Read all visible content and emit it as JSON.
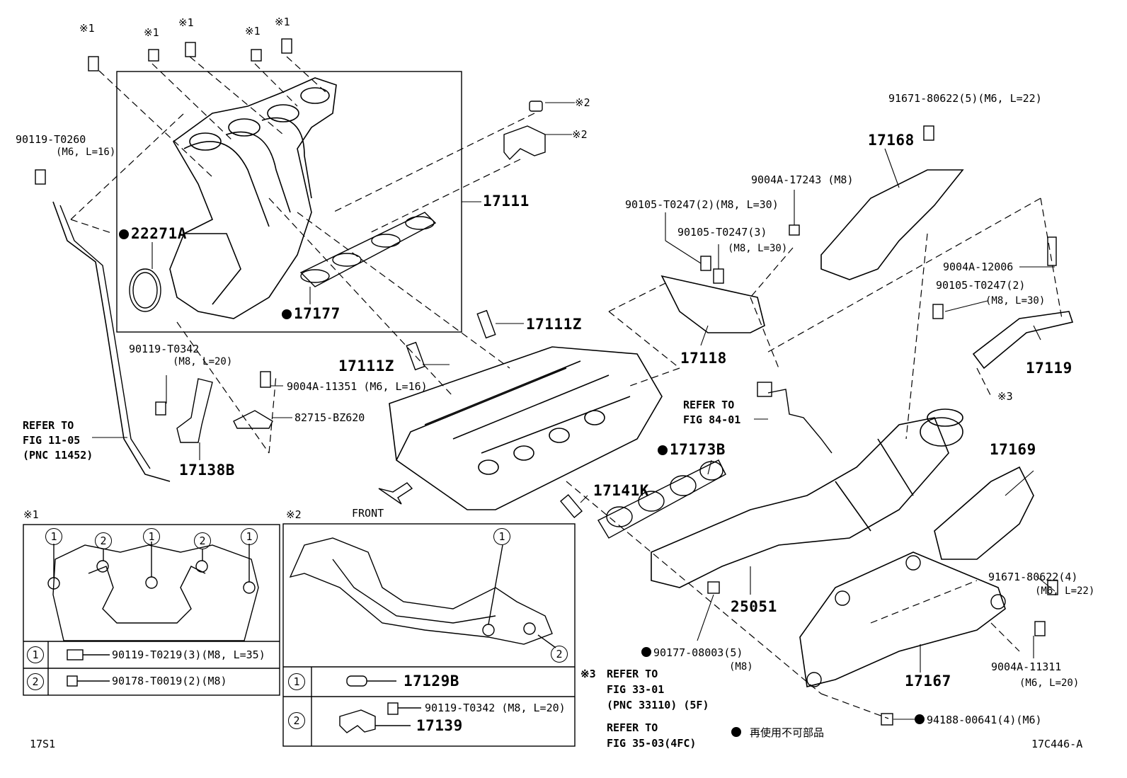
{
  "marks": {
    "m1_a": "※1",
    "m1_b": "※1",
    "m1_c": "※1",
    "m1_d": "※1",
    "m1_e": "※1",
    "m2_a": "※2",
    "m2_b": "※2",
    "m3": "※3"
  },
  "callouts": {
    "bolt_90119_t0260": "90119-T0260",
    "bolt_90119_t0260_spec": "(M6, L=16)",
    "p22271a": "22271A",
    "p17111": "17111",
    "p17177": "17177",
    "p17111z_a": "17111Z",
    "p17111z_b": "17111Z",
    "bolt_90119_t0342": "90119-T0342",
    "bolt_90119_t0342_spec": "(M8, L=20)",
    "bolt_9004a_11351": "9004A-11351 (M6, L=16)",
    "bracket_82715": "82715-BZ620",
    "p17138b": "17138B",
    "refer_11_05_a": "REFER TO",
    "refer_11_05_b": "FIG 11-05",
    "refer_11_05_c": "(PNC 11452)",
    "bolt_91671_80622_5": "91671-80622(5)(M6, L=22)",
    "p17168": "17168",
    "nut_9004a_17243": "9004A-17243 (M8)",
    "bolt_90105_t0247_2_m8": "90105-T0247(2)(M8, L=30)",
    "bolt_90105_t0247_3": "90105-T0247(3)",
    "bolt_90105_t0247_3_spec": "(M8, L=30)",
    "stud_9004a_12006": "9004A-12006",
    "bolt_90105_t0247_2": "90105-T0247(2)",
    "bolt_90105_t0247_2_spec": "(M8, L=30)",
    "p17118": "17118",
    "p17119": "17119",
    "refer_84_01_a": "REFER TO",
    "refer_84_01_b": "FIG 84-01",
    "p17173b": "17173B",
    "p17141k": "17141K",
    "p17169": "17169",
    "front": "FRONT",
    "bolt_91671_80622_4": "91671-80622(4)",
    "bolt_91671_80622_4_spec": "(M6, L=22)",
    "p25051": "25051",
    "nut_90177_08003": "90177-08003(5)",
    "nut_90177_08003_spec": "(M8)",
    "p17167": "17167",
    "bolt_9004a_11311": "9004A-11311",
    "bolt_9004a_11311_spec": "(M6, L=20)",
    "refer_33_01_a": "REFER TO",
    "refer_33_01_b": "FIG 33-01",
    "refer_33_01_c": "(PNC 33110) (5F)",
    "refer_35_03_a": "REFER TO",
    "refer_35_03_b": "FIG 35-03(4FC)",
    "nut_94188_00641": "94188-00641(4)(M6)",
    "legend_nonreusable": "再使用不可部品",
    "code_left": "17S1",
    "code_right": "17C446-A"
  },
  "inset1": {
    "title": "※1",
    "markers": [
      "1",
      "2",
      "1",
      "2",
      "1"
    ],
    "rows": [
      {
        "num": "1",
        "part": "90119-T0219(3)(M8, L=35)"
      },
      {
        "num": "2",
        "part": "90178-T0019(2)(M8)"
      }
    ]
  },
  "inset2": {
    "title": "※2",
    "markers": [
      "1",
      "2"
    ],
    "rows": [
      {
        "num": "1",
        "part": "17129B"
      },
      {
        "num": "2",
        "part": "90119-T0342 (M8, L=20)",
        "part2": "17139"
      }
    ]
  }
}
